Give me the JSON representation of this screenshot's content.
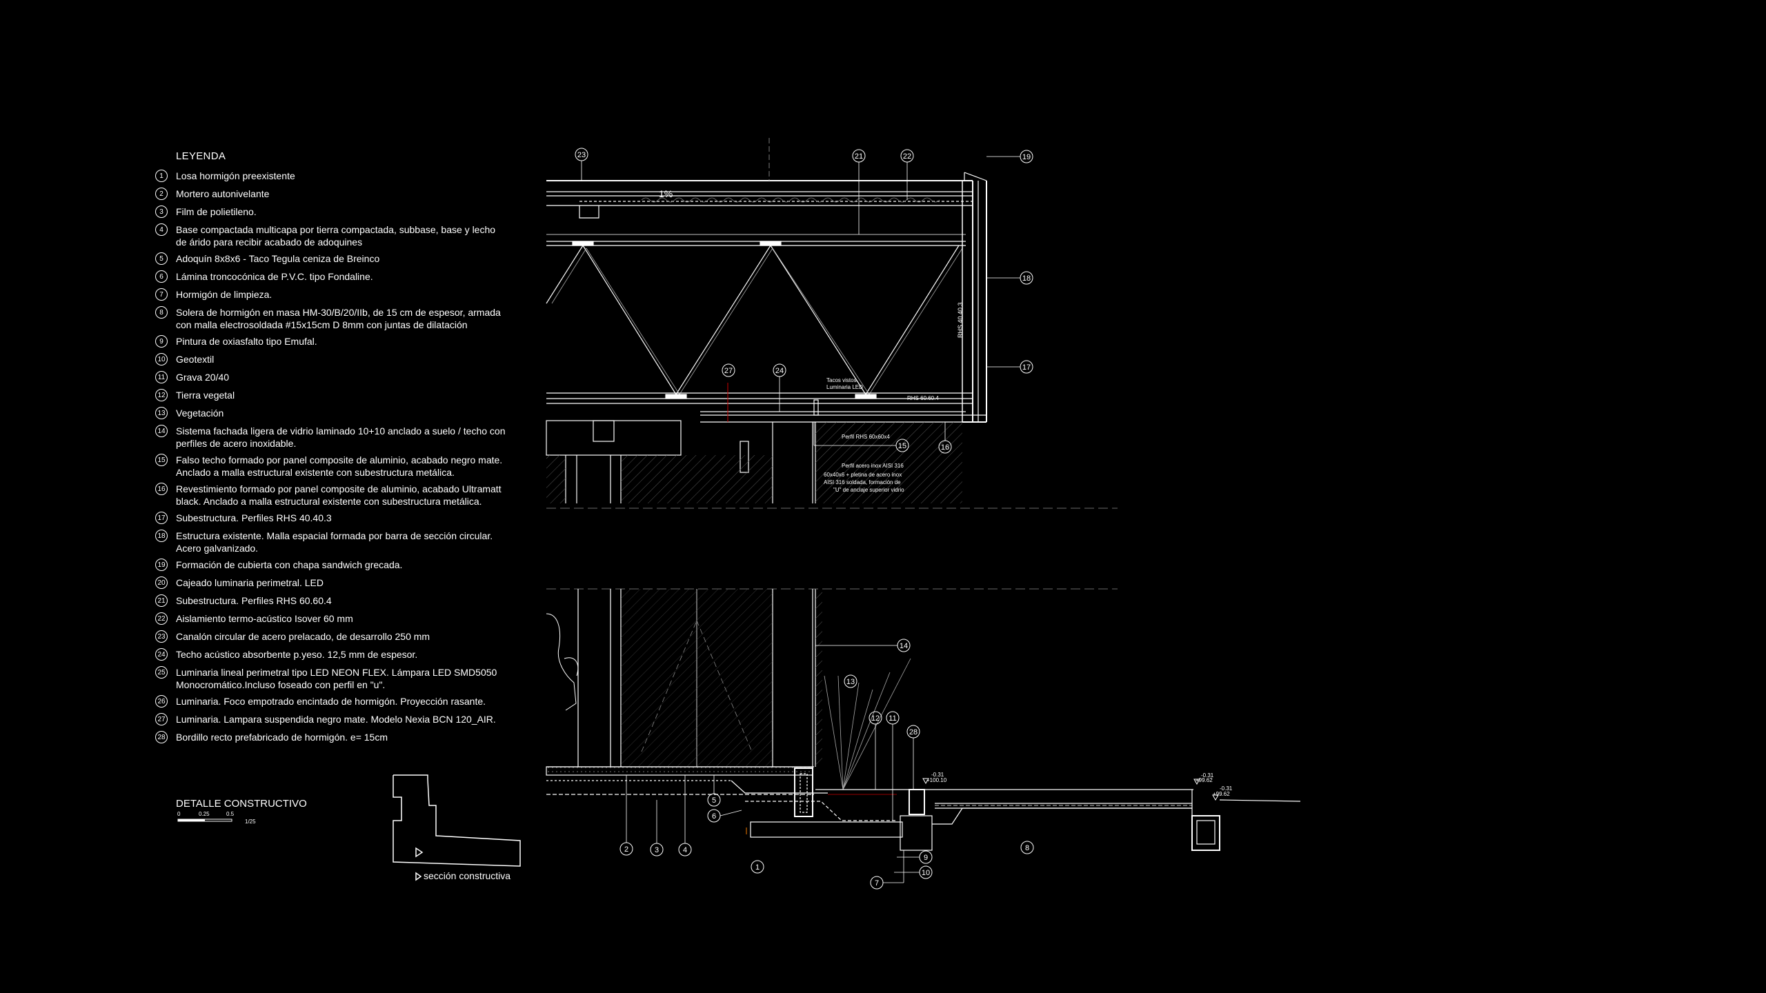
{
  "legend": {
    "title": "LEYENDA",
    "items": [
      {
        "num": "1",
        "text": "Losa hormigón preexistente"
      },
      {
        "num": "2",
        "text": "Mortero autonivelante"
      },
      {
        "num": "3",
        "text": "Film de polietileno."
      },
      {
        "num": "4",
        "text": "Base compactada multicapa por tierra compactada, subbase, base y lecho\nde árido para recibir acabado de adoquines"
      },
      {
        "num": "5",
        "text": "Adoquín 8x8x6 - Taco Tegula ceniza de Breinco"
      },
      {
        "num": "6",
        "text": "Lámina troncocónica de P.V.C. tipo Fondaline."
      },
      {
        "num": "7",
        "text": "Hormigón de limpieza."
      },
      {
        "num": "8",
        "text": "Solera de hormigón en masa HM-30/B/20/IIb, de 15 cm de espesor, armada\ncon malla electrosoldada #15x15cm D 8mm con juntas de dilatación"
      },
      {
        "num": "9",
        "text": "Pintura de oxiasfalto tipo Emufal."
      },
      {
        "num": "10",
        "text": "Geotextil"
      },
      {
        "num": "11",
        "text": "Grava 20/40"
      },
      {
        "num": "12",
        "text": "Tierra vegetal"
      },
      {
        "num": "13",
        "text": "Vegetación"
      },
      {
        "num": "14",
        "text": "Sistema fachada ligera de vidrio laminado 10+10 anclado a suelo / techo con\nperfiles de acero  inoxidable."
      },
      {
        "num": "15",
        "text": "Falso techo formado por panel composite de aluminio, acabado negro mate.\nAnclado a malla estructural existente con subestructura metálica."
      },
      {
        "num": "16",
        "text": "Revestimiento formado por panel composite de aluminio, acabado Ultramatt\nblack. Anclado a malla estructural existente con subestructura metálica."
      },
      {
        "num": "17",
        "text": "Subestructura. Perfiles RHS 40.40.3"
      },
      {
        "num": "18",
        "text": "Estructura existente. Malla espacial formada por barra de sección circular.\nAcero galvanizado."
      },
      {
        "num": "19",
        "text": "Formación de cubierta con chapa sandwich grecada."
      },
      {
        "num": "20",
        "text": "Cajeado luminaria perimetral. LED"
      },
      {
        "num": "21",
        "text": "Subestructura. Perfiles RHS 60.60.4"
      },
      {
        "num": "22",
        "text": "Aislamiento termo-acústico Isover 60 mm"
      },
      {
        "num": "23",
        "text": "Canalón circular de acero prelacado, de desarrollo 250 mm"
      },
      {
        "num": "24",
        "text": "Techo acústico absorbente p.yeso. 12,5 mm de espesor."
      },
      {
        "num": "25",
        "text": "Luminaria lineal perimetral tipo LED NEON FLEX. Lámpara LED SMD5050\nMonocromático.Incluso foseado con perfil en \"u\"."
      },
      {
        "num": "26",
        "text": "Luminaria. Foco empotrado encintado de hormigón. Proyección rasante."
      },
      {
        "num": "27",
        "text": "Luminaria. Lampara suspendida negro mate. Modelo Nexia BCN 120_AIR."
      },
      {
        "num": "28",
        "text": "Bordillo recto prefabricado de hormigón. e= 15cm"
      }
    ]
  },
  "detail": {
    "title": "DETALLE CONSTRUCTIVO",
    "scale_ticks": [
      "0",
      "0.25",
      "0.5"
    ],
    "scale_ratio": "1/25",
    "section_label": "sección constructiva"
  },
  "drawing": {
    "slope": "1%",
    "notes": {
      "rhs40": "RHS 40.40.3",
      "rhs60": "RHS 60.60.4",
      "tacos": "Tacos vistos",
      "luminaria": "Luminaria LED",
      "perfil": "Perfil RHS 60x60x4",
      "inox1": "Perfil acero inox AISI 316",
      "inox2": "60x40x6 + pletina de acero inox",
      "inox3": "AISI 316 soldada, formación de",
      "inox4": "\"U\" de anclaje superior vidrio"
    },
    "levels": {
      "l1a": "-0.31",
      "l1b": "+100.10",
      "l2a": "-0.31",
      "l2b": "+99.62",
      "l3a": "-0.31",
      "l3b": "+99.62"
    },
    "callouts_top": {
      "c23": "23",
      "c21": "21",
      "c22": "22",
      "c19": "19",
      "c18": "18",
      "c17": "17",
      "c27": "27",
      "c24": "24",
      "c15": "15",
      "c16": "16"
    },
    "callouts_bottom": {
      "c14": "14",
      "c13": "13",
      "c12": "12",
      "c11": "11",
      "c28": "28",
      "c5": "5",
      "c6": "6",
      "c2": "2",
      "c3": "3",
      "c4": "4",
      "c1": "1",
      "c9": "9",
      "c10": "10",
      "c7": "7",
      "c8": "8"
    }
  }
}
